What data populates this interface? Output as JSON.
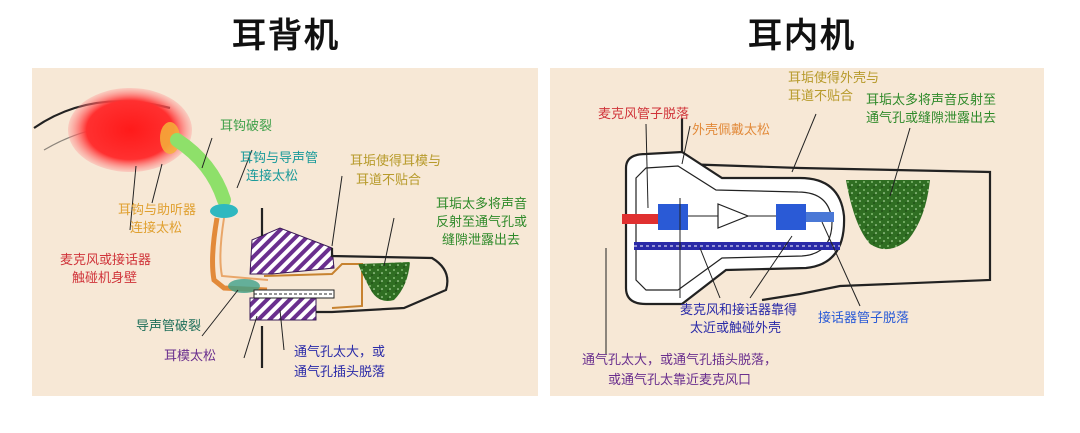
{
  "left": {
    "title": "耳背机",
    "labels": {
      "hook_crack": "耳钩破裂",
      "hook_tube_loose_1": "耳钩与导声管",
      "hook_tube_loose_2": "连接太松",
      "wax_1": "耳垢使得耳模与",
      "wax_2": "耳道不贴合",
      "wax_reflect_1": "耳垢太多将声音",
      "wax_reflect_2": "反射至通气孔或",
      "wax_reflect_3": "缝隙泄露出去",
      "hook_aid_loose_1": "耳钩与助听器",
      "hook_aid_loose_2": "连接太松",
      "mic_touch_1": "麦克风或接话器",
      "mic_touch_2": "触碰机身壁",
      "tube_crack": "导声管破裂",
      "mold_loose": "耳模太松",
      "vent_1": "通气孔太大，或",
      "vent_2": "通气孔插头脱落"
    }
  },
  "right": {
    "title": "耳内机",
    "labels": {
      "wax_shell_1": "耳垢使得外壳与",
      "wax_shell_2": "耳道不贴合",
      "mic_tube_off": "麦克风管子脱落",
      "wax_reflect_1": "耳垢太多将声音反射至",
      "wax_reflect_2": "通气孔或缝隙泄露出去",
      "shell_loose": "外壳佩戴太松",
      "close_1": "麦克风和接话器靠得",
      "close_2": "太近或触碰外壳",
      "receiver_tube_off": "接话器管子脱落",
      "vent_1": "通气孔太大，或通气孔插头脱落，",
      "vent_2": "或通气孔太靠近麦克风口"
    }
  }
}
